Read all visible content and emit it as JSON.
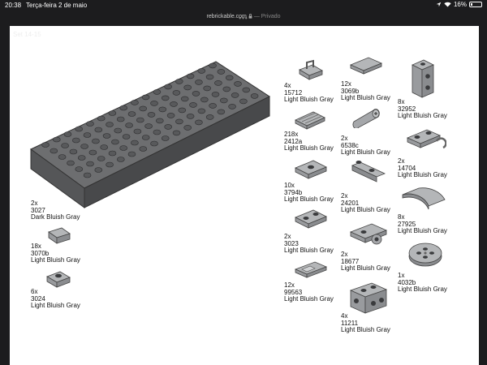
{
  "statusbar": {
    "time": "20:38",
    "date": "Terça-feira 2 de maio",
    "battery": "16%"
  },
  "browser": {
    "domain": "rebrickable.com",
    "private_label": "— Privado"
  },
  "sheet": {
    "title": "Set 14-15"
  },
  "items": [
    {
      "qty": "2x",
      "part": "3027",
      "color": "Dark Bluish Gray"
    },
    {
      "qty": "18x",
      "part": "3070b",
      "color": "Light Bluish Gray"
    },
    {
      "qty": "6x",
      "part": "3024",
      "color": "Light Bluish Gray"
    },
    {
      "qty": "4x",
      "part": "15712",
      "color": "Light Bluish Gray"
    },
    {
      "qty": "218x",
      "part": "2412a",
      "color": "Light Bluish Gray"
    },
    {
      "qty": "10x",
      "part": "3794b",
      "color": "Light Bluish Gray"
    },
    {
      "qty": "2x",
      "part": "3023",
      "color": "Light Bluish Gray"
    },
    {
      "qty": "12x",
      "part": "99563",
      "color": "Light Bluish Gray"
    },
    {
      "qty": "12x",
      "part": "3069b",
      "color": "Light Bluish Gray"
    },
    {
      "qty": "2x",
      "part": "6538c",
      "color": "Light Bluish Gray"
    },
    {
      "qty": "2x",
      "part": "24201",
      "color": "Light Bluish Gray"
    },
    {
      "qty": "2x",
      "part": "18677",
      "color": "Light Bluish Gray"
    },
    {
      "qty": "4x",
      "part": "11211",
      "color": "Light Bluish Gray"
    },
    {
      "qty": "8x",
      "part": "32952",
      "color": "Light Bluish Gray"
    },
    {
      "qty": "2x",
      "part": "14704",
      "color": "Light Bluish Gray"
    },
    {
      "qty": "8x",
      "part": "27925",
      "color": "Light Bluish Gray"
    },
    {
      "qty": "1x",
      "part": "4032b",
      "color": "Light Bluish Gray"
    }
  ]
}
